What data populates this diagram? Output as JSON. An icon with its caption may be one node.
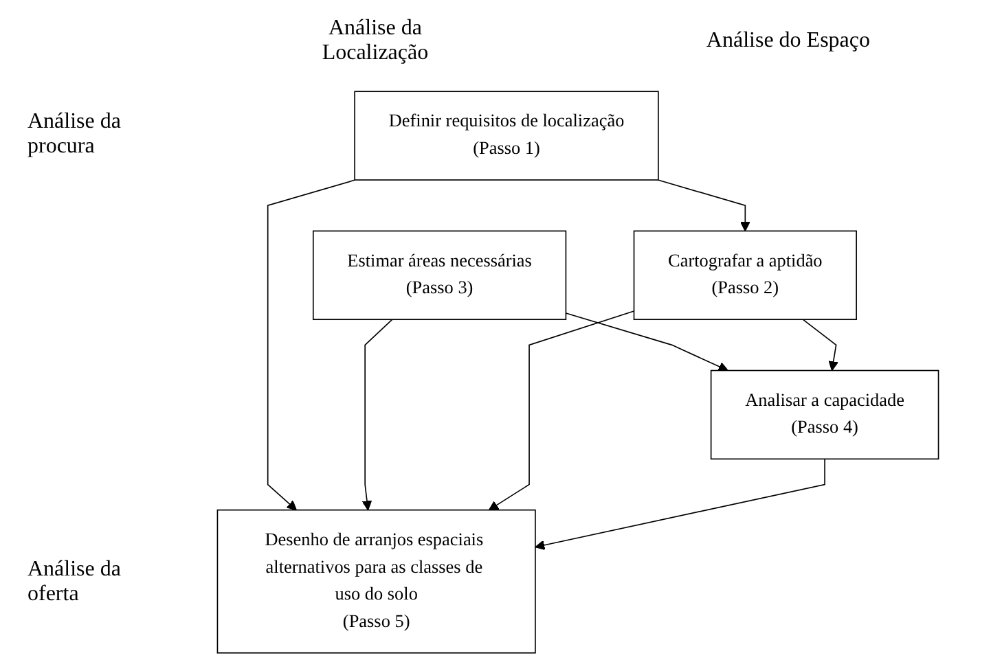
{
  "diagram": {
    "nodes": [
      {
        "text": [
          "Definir requisitos de localização",
          "(Passo 1)"
        ]
      },
      {
        "text": [
          "Estimar áreas necessárias",
          "(Passo 3)"
        ]
      },
      {
        "text": [
          "Desenho de arranjos espaciais alternativos para as classes de uso do solo",
          "(Passo 5)"
        ]
      },
      {
        "text": [
          "Cartografar a aptidão",
          "(Passo 2)"
        ]
      },
      {
        "text": [
          "Analisar a capacidade",
          "(Passo 4)"
        ]
      }
    ],
    "edges": [
      {
        "from": 0,
        "to": 2,
        "arrow": "to"
      },
      {
        "from": 0,
        "to": 3,
        "arrow": "to"
      },
      {
        "from": 1,
        "to": 2,
        "arrow": "to"
      },
      {
        "from": 1,
        "to": 4,
        "arrow": "to"
      },
      {
        "from": 3,
        "to": 2,
        "arrow": "to"
      },
      {
        "from": 4,
        "to": 2,
        "arrow": "to"
      },
      {
        "from": 3,
        "to": 4,
        "arrow": "to"
      }
    ],
    "labels": [
      "Análise da Localização",
      "Análise do Espaço",
      "Análise da procura",
      "Análise da oferta"
    ]
  }
}
